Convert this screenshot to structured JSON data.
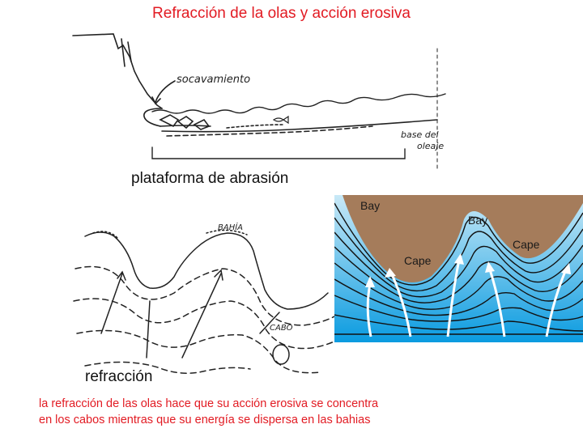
{
  "slide": {
    "title": "Refracción de la olas y acción erosiva",
    "platform_label": "plataforma de abrasión",
    "refraction_label": "refracción",
    "caption_line1": "la refracción de las olas hace que su acción erosiva se concentra",
    "caption_line2": "en los cabos mientras que su energía se dispersa en las bahias"
  },
  "sketch_top": {
    "undercut_label": "socavamiento",
    "wave_base_label_1": "base del",
    "wave_base_label_2": "oleaje"
  },
  "sketch_bottom": {
    "bay_label": "BAHÍA",
    "cape_label": "CABO"
  },
  "diagram": {
    "bay_left": "Bay",
    "bay_right": "Bay",
    "cape_left": "Cape",
    "cape_right": "Cape",
    "colors": {
      "land": "#a57c5b",
      "sea_light": "#c9e9f7",
      "sea_dark": "#0a9be0",
      "arrow": "#ffffff"
    }
  },
  "colors": {
    "title_red": "#e21b23",
    "text": "#111111"
  }
}
